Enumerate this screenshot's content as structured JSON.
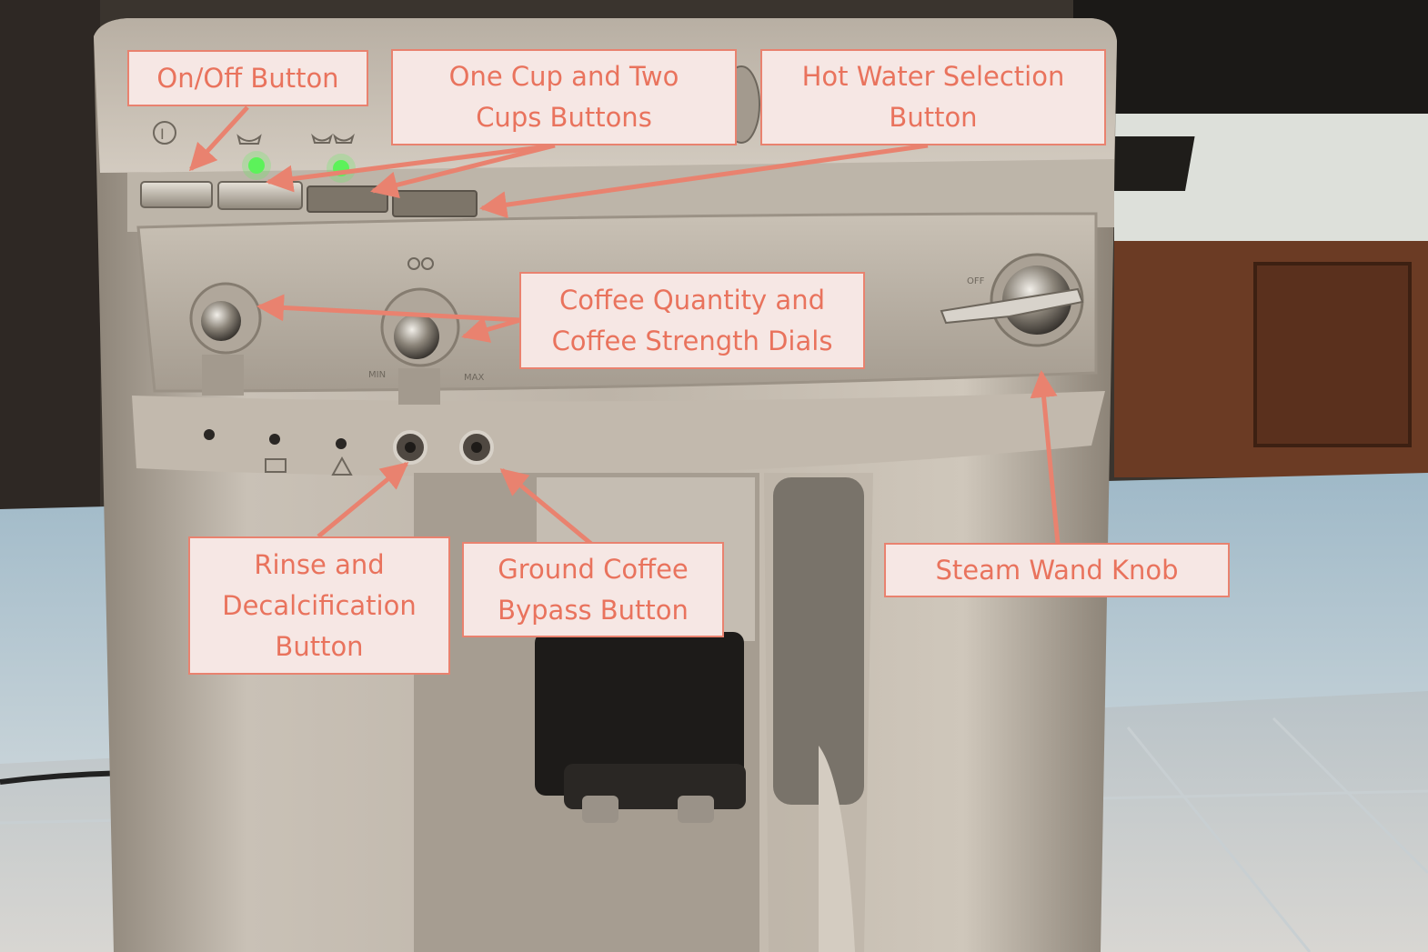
{
  "photo": {
    "description_icon": "espresso-machine-photo",
    "colors": {
      "callout_border": "#e9826f",
      "callout_text": "#e9735d",
      "callout_fill": "#f6e7e4",
      "led_green": "#5cf25a",
      "machine_silver": "#b9b0a4"
    }
  },
  "callouts": {
    "onoff": {
      "lines": [
        "On/Off Button"
      ]
    },
    "cups": {
      "lines": [
        "One Cup and Two",
        "Cups Buttons"
      ]
    },
    "hotwater": {
      "lines": [
        "Hot Water Selection",
        "Button"
      ]
    },
    "dials": {
      "lines": [
        "Coffee Quantity and",
        "Coffee Strength Dials"
      ]
    },
    "rinse": {
      "lines": [
        "Rinse and",
        "Decalcification",
        "Button"
      ]
    },
    "ground": {
      "lines": [
        "Ground Coffee",
        "Bypass Button"
      ]
    },
    "steam": {
      "lines": [
        "Steam Wand Knob"
      ]
    }
  }
}
